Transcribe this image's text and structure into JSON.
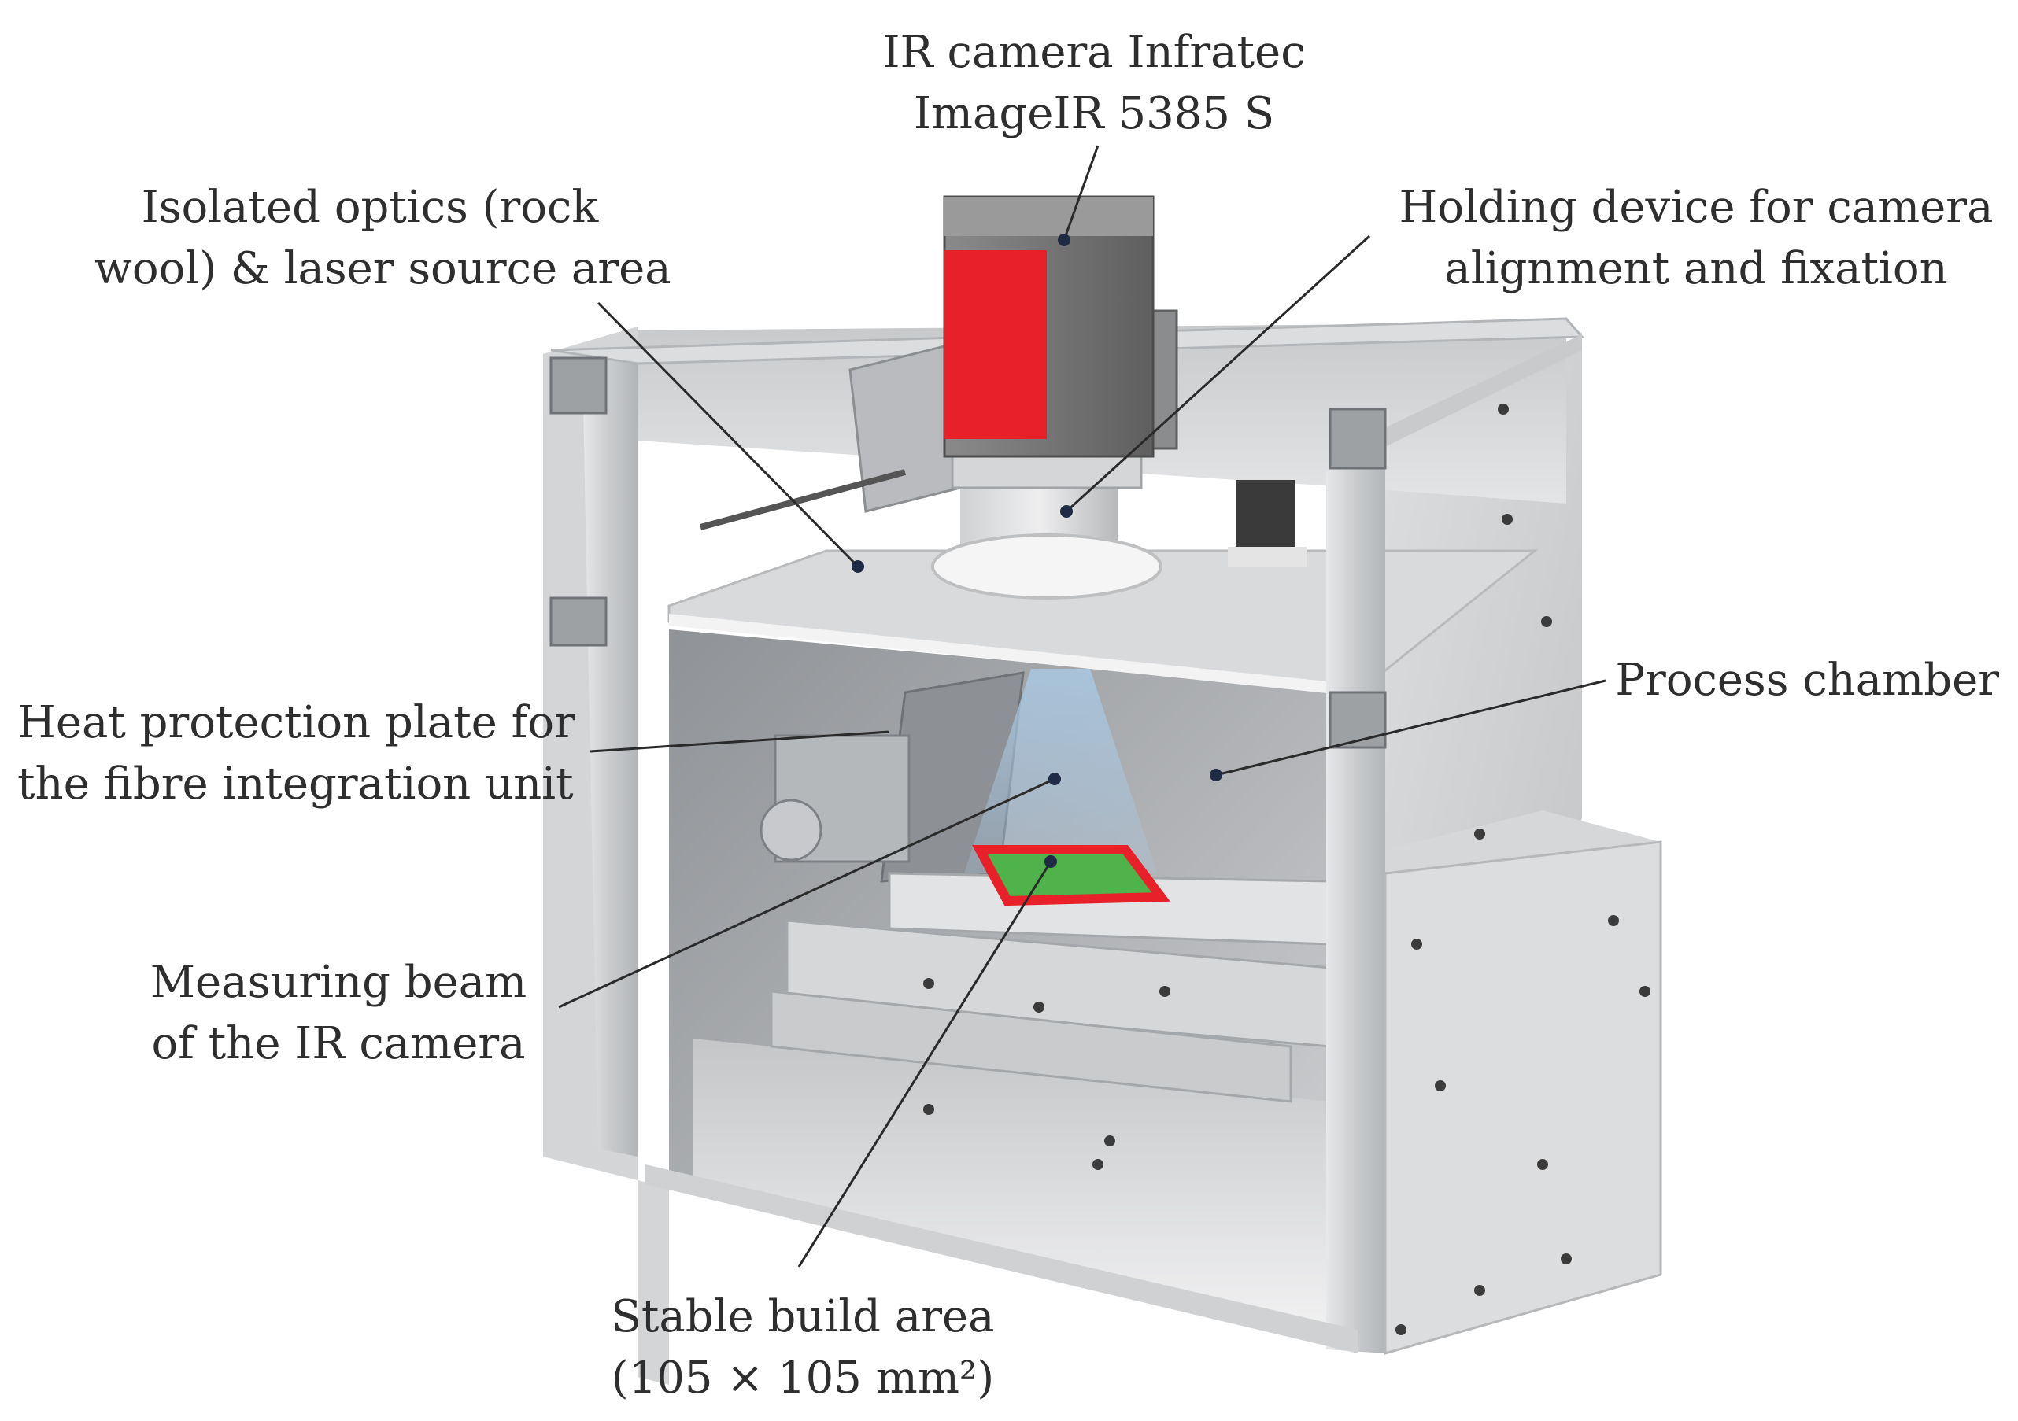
{
  "labels": {
    "ir_camera": [
      "IR camera Infratec",
      "ImageIR 5385 S"
    ],
    "isolated_optics": [
      "Isolated optics (rock",
      "wool) & laser source area"
    ],
    "holding_device": [
      "Holding device for camera",
      "alignment and fixation"
    ],
    "process_chamber": [
      "Process chamber"
    ],
    "heat_protection": [
      "Heat protection plate for",
      "the fibre integration unit"
    ],
    "measuring_beam": [
      "Measuring beam",
      "of the IR camera"
    ],
    "build_area": [
      "Stable build area",
      "(105 × 105 mm²)"
    ]
  },
  "colors": {
    "camera_face": "#e8202a",
    "camera_body": "#7c7c7c",
    "aluminium": "#c9cbcd",
    "panel_dark": "#9ea1a4",
    "build_green": "#4fb24a",
    "beam": "#bcd3e6",
    "leader": "#2a2a2a",
    "text": "#2e2e2e"
  }
}
